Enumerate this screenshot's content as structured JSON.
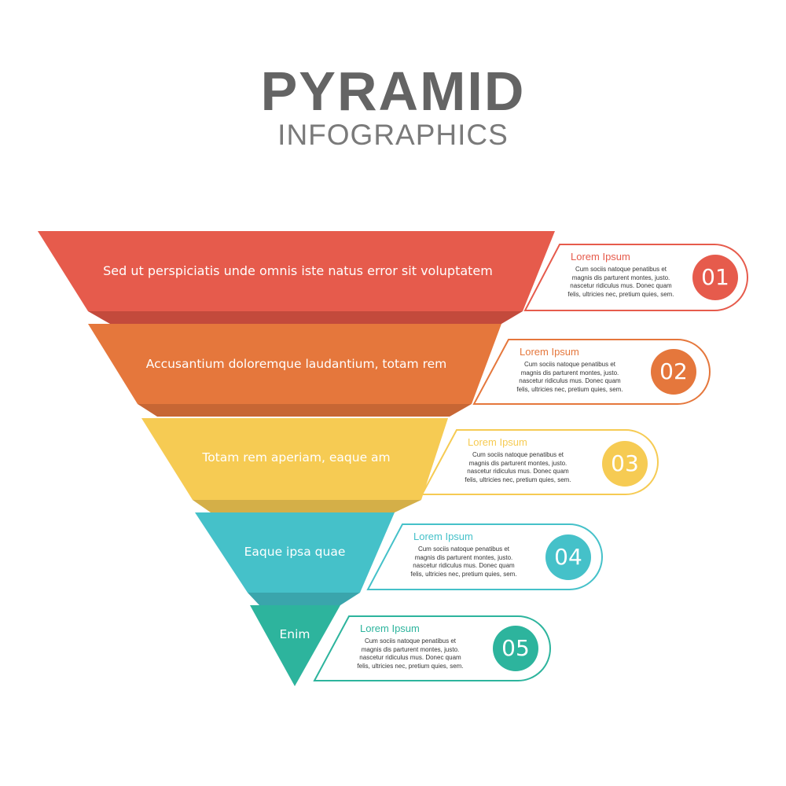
{
  "header": {
    "title": "PYRAMID",
    "subtitle": "INFOGRAPHICS"
  },
  "levels": [
    {
      "text": "Sed ut perspiciatis unde omnis iste natus error sit voluptatem",
      "color": "#E65B4C",
      "shadow": "#C34A3C",
      "card": {
        "heading": "Lorem Ipsum",
        "body": "Cum sociis natoque penatibus et\nmagnis dis parturent montes, justo.\nnascetur ridiculus mus. Donec quam\nfelis, ultricies nec, pretium quies, sem.",
        "number": "01"
      }
    },
    {
      "text": "Accusantium doloremque laudantium, totam rem",
      "color": "#E5773C",
      "shadow": "#C76634",
      "card": {
        "heading": "Lorem Ipsum",
        "body": "Cum sociis natoque penatibus et\nmagnis dis parturent montes, justo.\nnascetur ridiculus mus. Donec quam\nfelis, ultricies nec, pretium quies, sem.",
        "number": "02"
      }
    },
    {
      "text": "Totam rem aperiam, eaque am",
      "color": "#F6CB53",
      "shadow": "#D4AF48",
      "card": {
        "heading": "Lorem Ipsum",
        "body": "Cum sociis natoque penatibus et\nmagnis dis parturent montes, justo.\nnascetur ridiculus mus. Donec quam\nfelis, ultricies nec, pretium quies, sem.",
        "number": "03"
      }
    },
    {
      "text": "Eaque ipsa quae",
      "color": "#45C1C9",
      "shadow": "#3AA5AC",
      "card": {
        "heading": "Lorem Ipsum",
        "body": "Cum sociis natoque penatibus et\nmagnis dis parturent montes, justo.\nnascetur ridiculus mus. Donec quam\nfelis, ultricies nec, pretium quies, sem.",
        "number": "04"
      }
    },
    {
      "text": "Enim",
      "color": "#2DB49D",
      "shadow": "#279986",
      "card": {
        "heading": "Lorem Ipsum",
        "body": "Cum sociis natoque penatibus et\nmagnis dis parturent montes, justo.\nnascetur ridiculus mus. Donec quam\nfelis, ultricies nec, pretium quies, sem.",
        "number": "05"
      }
    }
  ],
  "stock_id": "355866246"
}
